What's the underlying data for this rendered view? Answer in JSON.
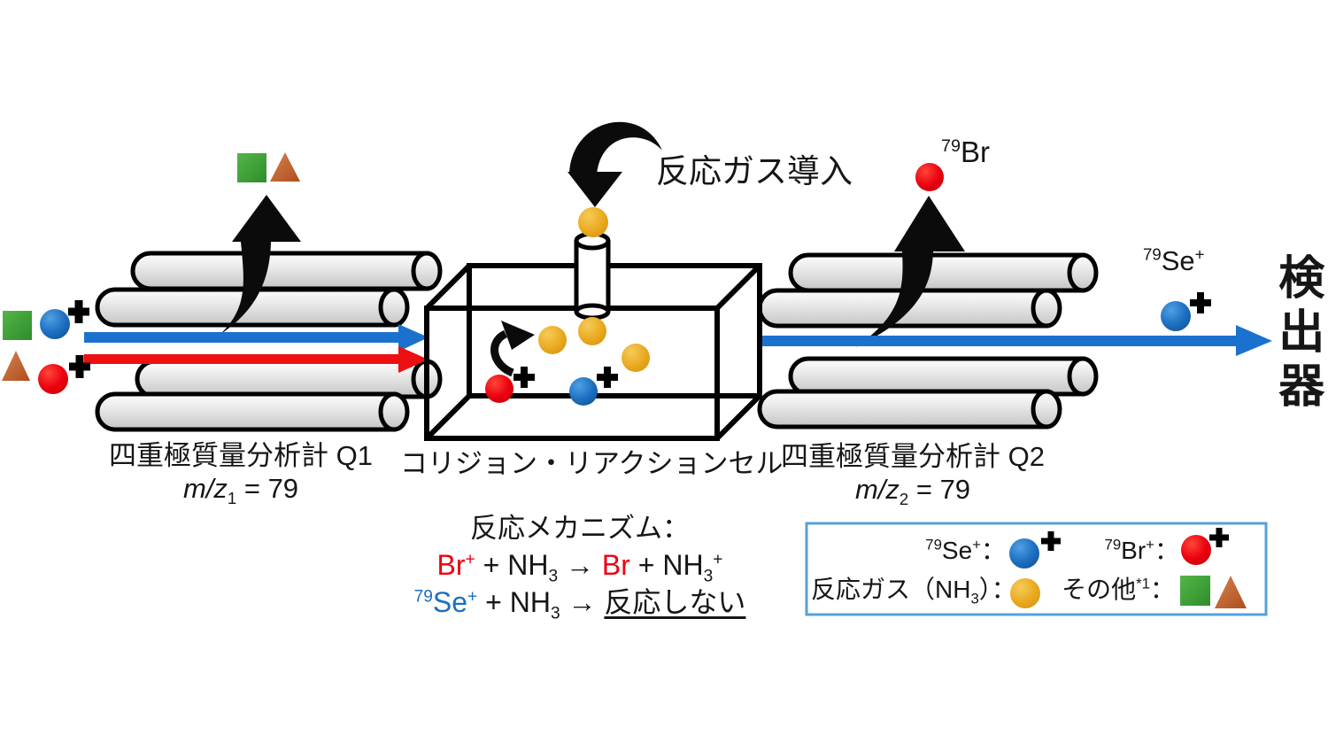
{
  "colors": {
    "se_blue": "#1C6FC0",
    "br_red": "#EC0010",
    "gas_yellow": "#E9AA20",
    "other_green": "#3FA039",
    "other_orange": "#C2622E",
    "beam_blue": "#1B72CE",
    "beam_red": "#EE0F12",
    "arrow_black": "#0b0b0b",
    "legend_border": "#55A1DA"
  },
  "q1": {
    "label": "四重極質量分析計 Q1",
    "mz_italic": "m/z",
    "mz_sub": "1",
    "mz_eq": " = 79"
  },
  "cell": {
    "label": "コリジョン・リアクションセル"
  },
  "q2": {
    "label": "四重極質量分析計 Q2",
    "mz_italic": "m/z",
    "mz_sub": "2",
    "mz_eq": " = 79"
  },
  "gas_inlet": {
    "label": "反応ガス導入"
  },
  "detector": {
    "label": "検出器"
  },
  "ejected_br": {
    "mass": "79",
    "symbol": "Br"
  },
  "transmitted_se": {
    "mass": "79",
    "symbol": "Se",
    "charge": "+"
  },
  "mechanism": {
    "title": "反応メカニズム：",
    "line1": {
      "reactant": "Br",
      "reactant_charge": "+",
      "plus_nh": " + NH",
      "nh_sub": "3",
      "arrow": " → ",
      "product": "Br",
      "plus_nh2": " + NH",
      "nh_sub2": "3",
      "product_charge": "+"
    },
    "line2": {
      "mass": "79",
      "reactant": "Se",
      "reactant_charge": "+",
      "plus_nh": " + NH",
      "nh_sub": "3",
      "arrow": " → ",
      "result": "反応しない"
    }
  },
  "legend": {
    "se": {
      "mass": "79",
      "symbol": "Se",
      "charge": "+",
      "colon": "："
    },
    "br": {
      "mass": "79",
      "symbol": "Br",
      "charge": "+",
      "colon": "："
    },
    "gas": {
      "pre": "反応ガス（NH",
      "sub": "3",
      "post": "）："
    },
    "other": {
      "label": "その他",
      "sup": "*1",
      "colon": "："
    }
  }
}
